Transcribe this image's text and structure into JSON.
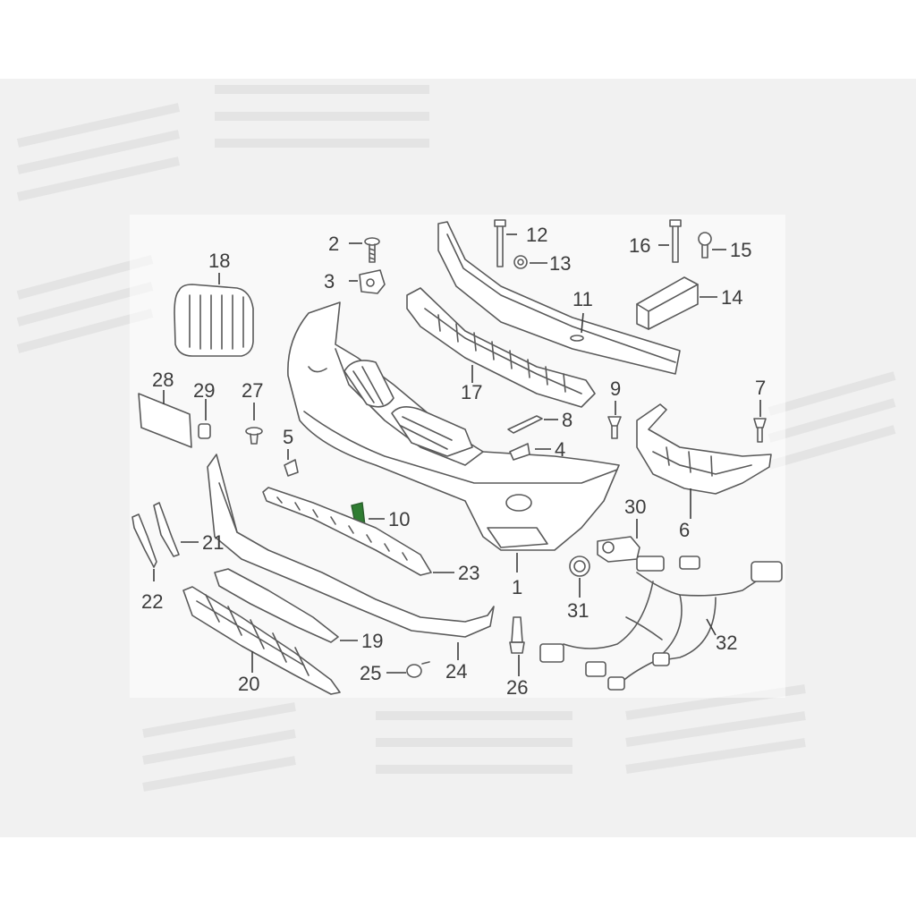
{
  "diagram": {
    "callouts": [
      {
        "id": "c1",
        "text": "1"
      },
      {
        "id": "c2",
        "text": "2"
      },
      {
        "id": "c3",
        "text": "3"
      },
      {
        "id": "c4",
        "text": "4"
      },
      {
        "id": "c5",
        "text": "5"
      },
      {
        "id": "c6",
        "text": "6"
      },
      {
        "id": "c7",
        "text": "7"
      },
      {
        "id": "c8",
        "text": "8"
      },
      {
        "id": "c9",
        "text": "9"
      },
      {
        "id": "c10",
        "text": "10"
      },
      {
        "id": "c11",
        "text": "11"
      },
      {
        "id": "c12",
        "text": "12"
      },
      {
        "id": "c13",
        "text": "13"
      },
      {
        "id": "c14",
        "text": "14"
      },
      {
        "id": "c15",
        "text": "15"
      },
      {
        "id": "c16",
        "text": "16"
      },
      {
        "id": "c17",
        "text": "17"
      },
      {
        "id": "c18",
        "text": "18"
      },
      {
        "id": "c19",
        "text": "19"
      },
      {
        "id": "c20",
        "text": "20"
      },
      {
        "id": "c21",
        "text": "21"
      },
      {
        "id": "c22",
        "text": "22"
      },
      {
        "id": "c23",
        "text": "23"
      },
      {
        "id": "c24",
        "text": "24"
      },
      {
        "id": "c25",
        "text": "25"
      },
      {
        "id": "c26",
        "text": "26"
      },
      {
        "id": "c27",
        "text": "27"
      },
      {
        "id": "c28",
        "text": "28"
      },
      {
        "id": "c29",
        "text": "29"
      },
      {
        "id": "c30",
        "text": "30"
      },
      {
        "id": "c31",
        "text": "31"
      },
      {
        "id": "c32",
        "text": "32"
      }
    ],
    "highlight_color": "#2f7d32",
    "line_color": "#5a5a5a",
    "background_band_color": "#f1f1f1"
  }
}
